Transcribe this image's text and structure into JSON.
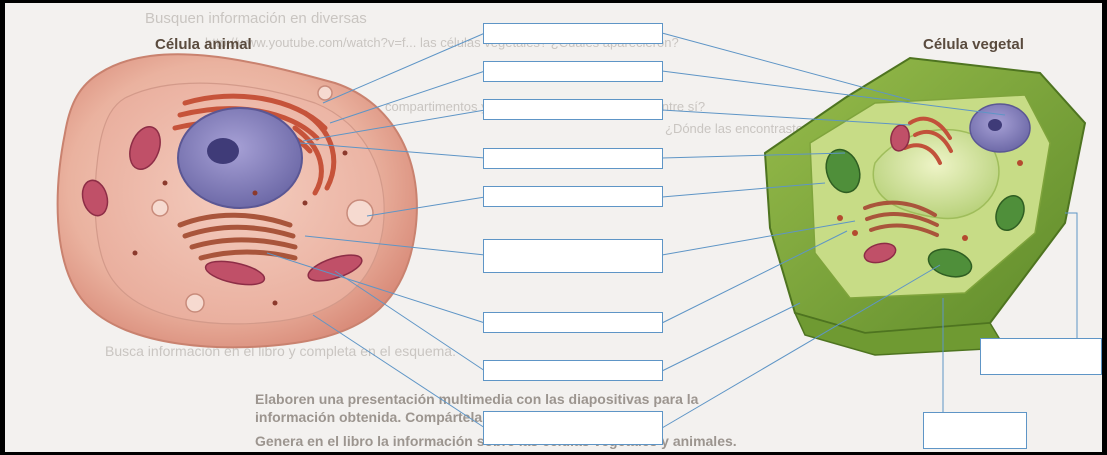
{
  "labels": {
    "animal_title": "Célula animal",
    "plant_title": "Célula vegetal"
  },
  "background_text": [
    "Busquen información en diversas",
    "http://www.youtube.com/watch?v=f... las células vegetales? ¿Cuáles aparecieron?",
    "compartimentos y qué organelos se asemejan entre sí?",
    "¿Dónde las encontraste?",
    "Busca información en el libro y completa en el esquema.",
    "Elaboren una presentación multimedia con las diapositivas para la",
    "información obtenida. Compártela.",
    "Genera en el libro la información sobre las células vegetales y animales."
  ],
  "colors": {
    "line": "#5e95c6",
    "paper": "#f3f1ef",
    "plant_wall": "#7da23a",
    "plant_inner": "#c9dd8a",
    "animal_membrane": "#e6b39f",
    "animal_cytoplasm": "#f0c4b6",
    "nucleus": "#7d78b4",
    "mitochondria": "#b94a63",
    "golgi": "#c25c3b",
    "chloroplast": "#4f8f3a"
  }
}
